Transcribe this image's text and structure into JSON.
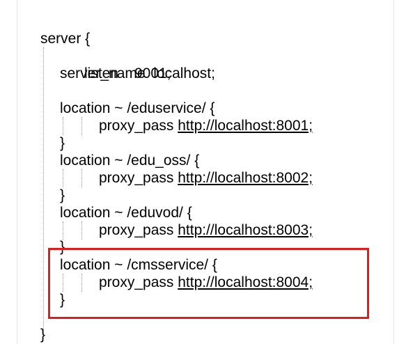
{
  "config": {
    "server_open": "server {",
    "listen_keyword": "listen",
    "listen_port": "9001;",
    "server_name_line": "server_name  localhost;",
    "locations": [
      {
        "header": "location ~ /eduservice/ {",
        "directive": "proxy_pass",
        "url": "http://localhost:8001;",
        "close": "}"
      },
      {
        "header": "location ~ /edu_oss/ {",
        "directive": "proxy_pass",
        "url": "http://localhost:8002;",
        "close": "}"
      },
      {
        "header": "location ~ /eduvod/ {",
        "directive": "proxy_pass",
        "url": "http://localhost:8003;",
        "close": "}"
      },
      {
        "header": "location ~ /cmsservice/ {",
        "directive": "proxy_pass",
        "url": "http://localhost:8004;",
        "close": "}"
      }
    ],
    "server_close": "}"
  },
  "highlight": {
    "color": "#e31b1b",
    "target": "cmsservice-location-block"
  }
}
